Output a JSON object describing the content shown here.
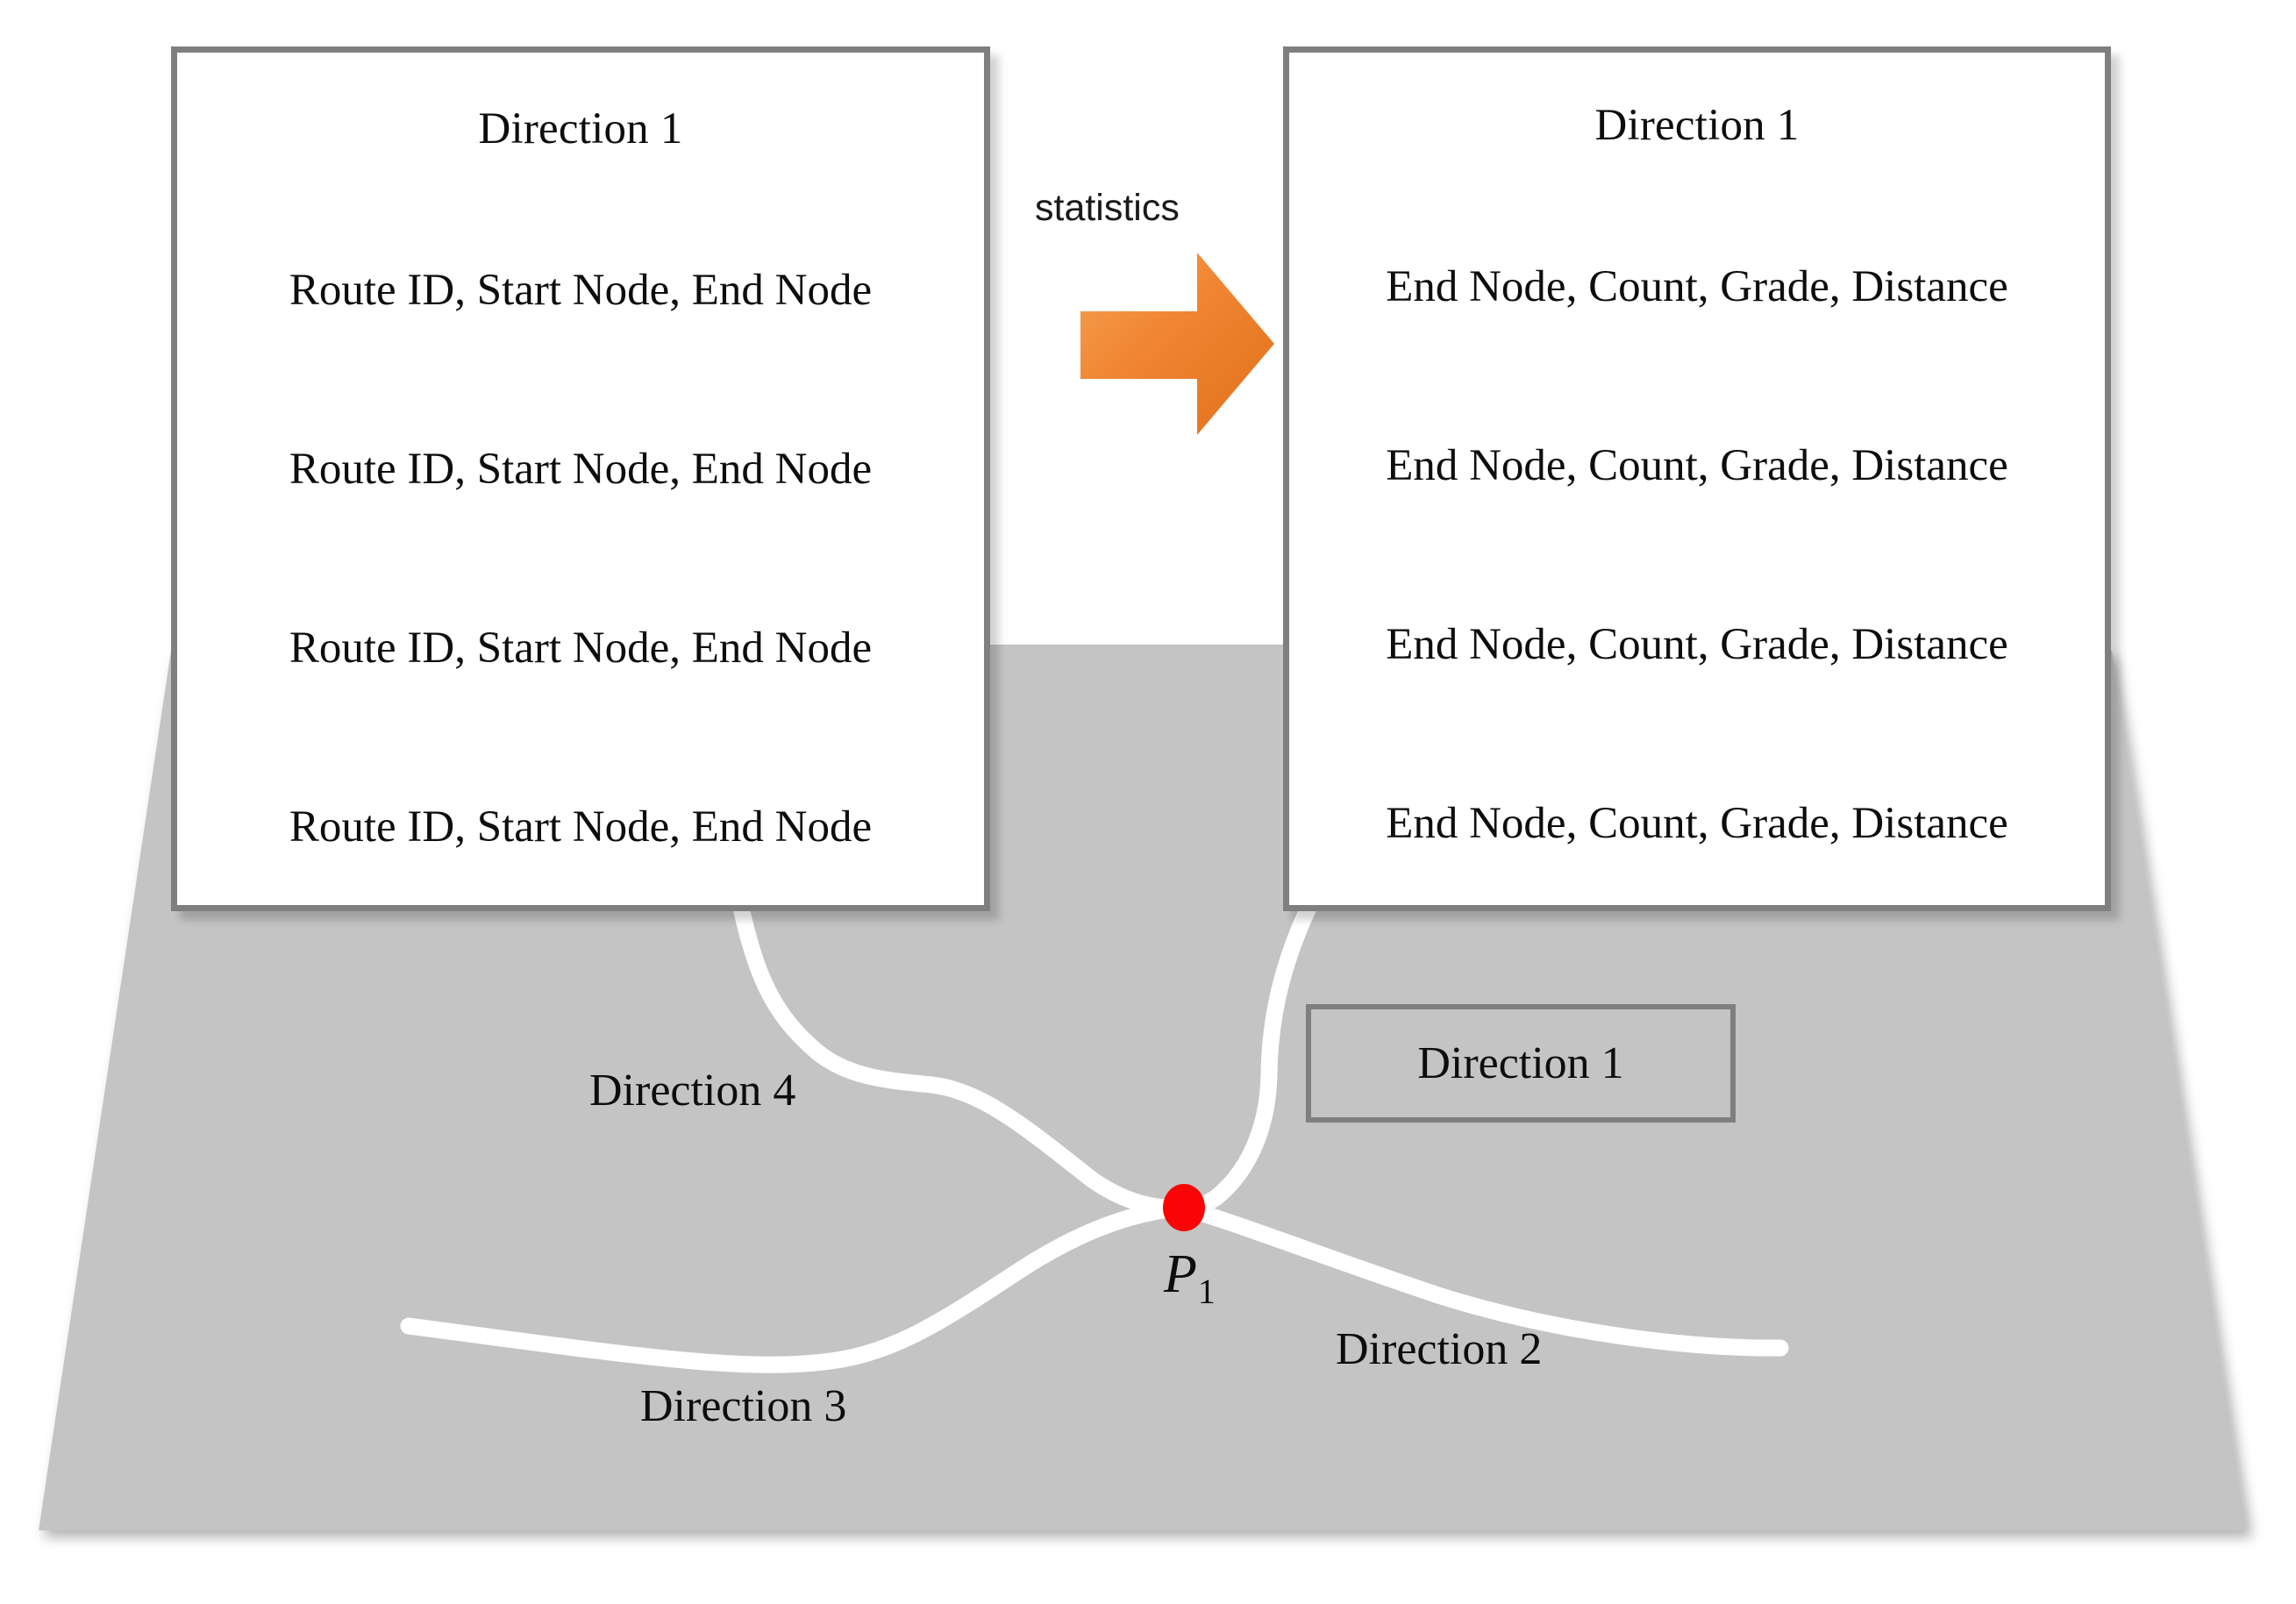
{
  "panels": {
    "routes": {
      "title": "Direction 1",
      "rows": [
        "Route ID, Start Node, End Node",
        "Route ID, Start Node, End Node",
        "Route ID, Start Node, End Node",
        "Route ID, Start Node, End Node"
      ]
    },
    "stats": {
      "title": "Direction 1",
      "rows": [
        "End Node, Count, Grade, Distance",
        "End Node, Count, Grade, Distance",
        "End Node, Count, Grade, Distance",
        "End Node, Count, Grade, Distance"
      ]
    }
  },
  "transform": {
    "label": "statistics",
    "arrow_icon": "right-arrow-icon",
    "arrow_color_light": "#f2923c",
    "arrow_color_dark": "#e1701c"
  },
  "ground": {
    "fill": "#c4c4c4",
    "road_color": "#ffffff",
    "node_color": "#fa0505",
    "callout": {
      "label": "Direction 1",
      "border_color": "#7f7f7f"
    },
    "labels": {
      "direction_2": "Direction 2",
      "direction_3": "Direction 3",
      "direction_4": "Direction 4",
      "node_point": "P",
      "node_subscript": "1"
    }
  },
  "colors": {
    "panel_border": "#7f7f7f",
    "panel_background": "#ffffff",
    "text": "#0d0d0d"
  }
}
